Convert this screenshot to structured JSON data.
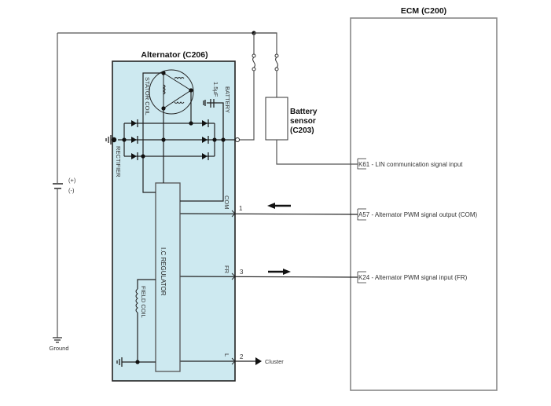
{
  "ecm": {
    "title": "ECM (C200)",
    "pins": [
      {
        "id": "K61",
        "desc": " - LIN communication signal input"
      },
      {
        "id": "A57",
        "desc": " - Alternator PWM signal output (COM)"
      },
      {
        "id": "K24",
        "desc": " - Alternator PWM signal input (FR)"
      }
    ]
  },
  "alternator": {
    "title": "Alternator (C206)",
    "stator_label": "STATOR COIL",
    "rectifier_label": "RECTIFIER",
    "capacitor_label": "1.5μF",
    "battery_label": "BATTERY",
    "regulator_label": "I.C REGULATOR",
    "field_coil_label": "FIELD COIL",
    "terminals": {
      "com": "COM",
      "fr": "FR",
      "l": "L"
    }
  },
  "wires": {
    "com_pin": "1",
    "fr_pin": "3",
    "l_pin": "2",
    "cluster_label": "Cluster"
  },
  "battery_sensor": {
    "line1": "Battery",
    "line2": "sensor",
    "line3": "(C203)"
  },
  "battery": {
    "plus": "(+)",
    "minus": "(-)",
    "ground_label": "Ground"
  },
  "colors": {
    "alternator_fill": "#cde9f0",
    "ecm_border": "#888888"
  }
}
